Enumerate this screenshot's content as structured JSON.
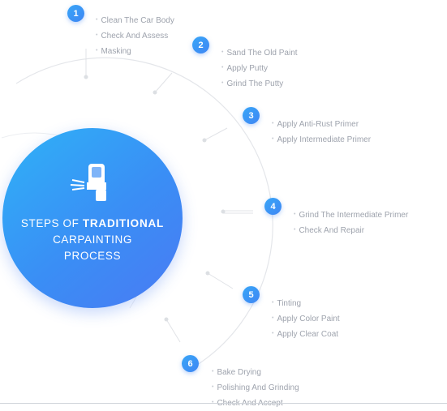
{
  "hub": {
    "title_prefix": "STEPS OF",
    "title_bold": "TRADITIONAL",
    "title_line2": "CARPAINTING",
    "title_line3": "PROCESS",
    "icon": "spray-gun-icon"
  },
  "colors": {
    "hub_start": "#2fb2f7",
    "hub_end": "#4a7af3",
    "badge": "#3a95f5",
    "item_text": "#9ea3ad",
    "arc": "#e4e6ea"
  },
  "steps": [
    {
      "number": "1",
      "items": [
        "Clean The Car Body",
        "Check And Assess",
        "Masking"
      ]
    },
    {
      "number": "2",
      "items": [
        "Sand The Old Paint",
        "Apply Putty",
        "Grind The Putty"
      ]
    },
    {
      "number": "3",
      "items": [
        "Apply Anti-Rust Primer",
        "Apply Intermediate Primer"
      ]
    },
    {
      "number": "4",
      "items": [
        "Grind The Intermediate Primer",
        "Check And Repair"
      ]
    },
    {
      "number": "5",
      "items": [
        "Tinting",
        "Apply Color Paint",
        "Apply Clear Coat"
      ]
    },
    {
      "number": "6",
      "items": [
        "Bake Drying",
        "Polishing And Grinding",
        "Check And Accept"
      ]
    }
  ]
}
